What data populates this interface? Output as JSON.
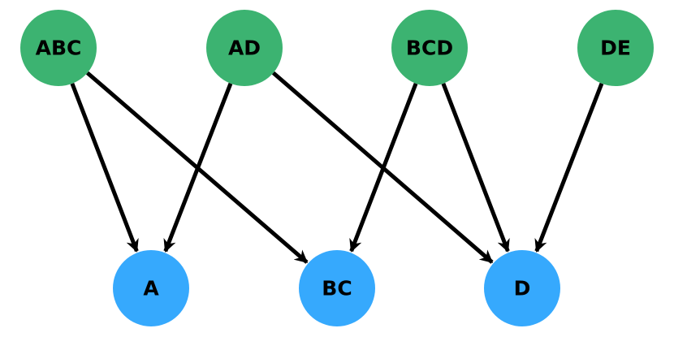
{
  "colors": {
    "top_node": "#3cb371",
    "bottom_node": "#36a9fd",
    "edge": "#000000",
    "label": "#000000"
  },
  "nodes": [
    {
      "id": "ABC",
      "label": "ABC",
      "layer": "top"
    },
    {
      "id": "AD",
      "label": "AD",
      "layer": "top"
    },
    {
      "id": "BCD",
      "label": "BCD",
      "layer": "top"
    },
    {
      "id": "DE",
      "label": "DE",
      "layer": "top"
    },
    {
      "id": "A",
      "label": "A",
      "layer": "bottom"
    },
    {
      "id": "BC",
      "label": "BC",
      "layer": "bottom"
    },
    {
      "id": "D",
      "label": "D",
      "layer": "bottom"
    }
  ],
  "edges": [
    {
      "from": "ABC",
      "to": "A"
    },
    {
      "from": "ABC",
      "to": "BC"
    },
    {
      "from": "AD",
      "to": "A"
    },
    {
      "from": "AD",
      "to": "D"
    },
    {
      "from": "BCD",
      "to": "BC"
    },
    {
      "from": "BCD",
      "to": "D"
    },
    {
      "from": "DE",
      "to": "D"
    }
  ]
}
